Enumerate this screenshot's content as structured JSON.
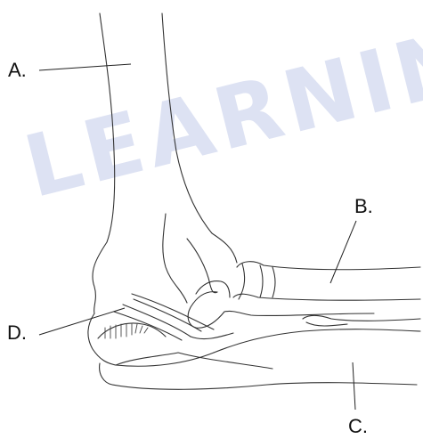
{
  "labels": {
    "a": "A.",
    "b": "B.",
    "c": "C.",
    "d": "D."
  },
  "watermark": {
    "text": "LEARNING",
    "color": "#dde2f3"
  },
  "colors": {
    "line": "#333333",
    "background": "#ffffff"
  }
}
